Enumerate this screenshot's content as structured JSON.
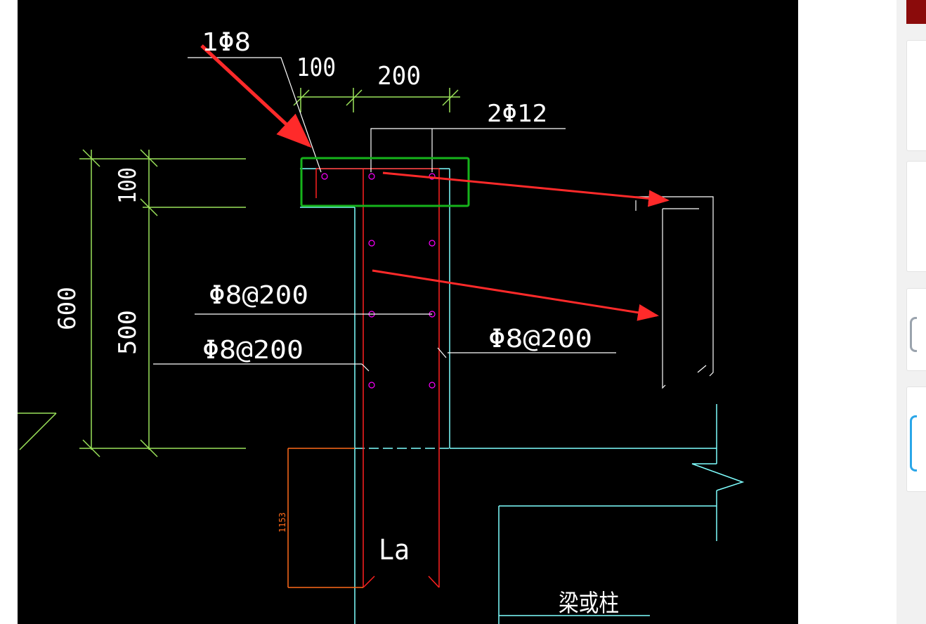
{
  "drawing": {
    "labels": {
      "top_bar": "1Φ8",
      "dim_100_top": "100",
      "dim_200_top": "200",
      "top_rebar": "2Φ12",
      "stirrup_1": "Φ8@200",
      "stirrup_2": "Φ8@200",
      "stirrup_right": "Φ8@200",
      "dim_100_left": "100",
      "dim_500_left": "500",
      "dim_600_left": "600",
      "dim_1153": "1153",
      "anchorage": "La",
      "beam_or_column": "梁或柱"
    },
    "colors": {
      "background": "#000000",
      "dimension": "#9be35a",
      "outline": "#7fffff",
      "rebar": "#ff2020",
      "rebar_dot": "#ff00ff",
      "highlight_box": "#16b31b",
      "annotation_arrow": "#ff2a2a",
      "text": "#ffffff",
      "dim_orange": "#ff6a1a"
    }
  }
}
